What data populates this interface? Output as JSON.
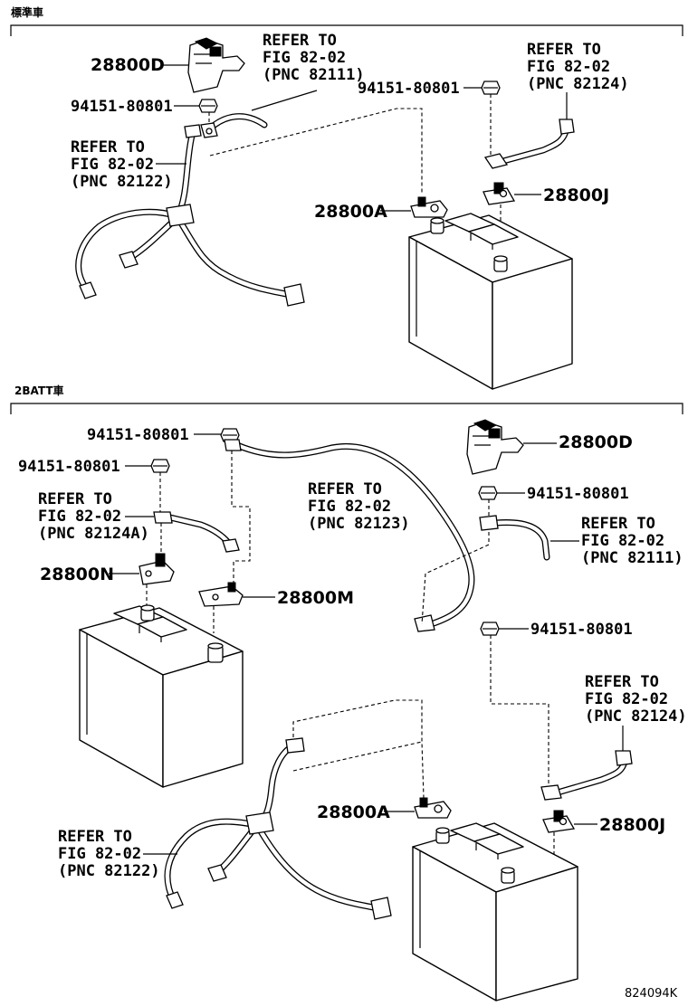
{
  "sections": [
    {
      "title": "標準車"
    },
    {
      "title": "2BATT車"
    }
  ],
  "top": {
    "p_28800D": "28800D",
    "p_94151_a": "94151-80801",
    "p_94151_b": "94151-80801",
    "p_28800A": "28800A",
    "p_28800J": "28800J",
    "ref_82111": [
      "REFER TO",
      "FIG 82-02",
      "(PNC 82111)"
    ],
    "ref_82124": [
      "REFER TO",
      "FIG 82-02",
      "(PNC 82124)"
    ],
    "ref_82122": [
      "REFER TO",
      "FIG 82-02",
      "(PNC 82122)"
    ]
  },
  "bottom": {
    "p_94151_a": "94151-80801",
    "p_94151_b": "94151-80801",
    "p_94151_c": "94151-80801",
    "p_94151_d": "94151-80801",
    "p_28800D": "28800D",
    "p_28800N": "28800N",
    "p_28800M": "28800M",
    "p_28800A": "28800A",
    "p_28800J": "28800J",
    "ref_82124A": [
      "REFER TO",
      "FIG 82-02",
      "(PNC 82124A)"
    ],
    "ref_82123": [
      "REFER TO",
      "FIG 82-02",
      "(PNC 82123)"
    ],
    "ref_82111": [
      "REFER TO",
      "FIG 82-02",
      "(PNC 82111)"
    ],
    "ref_82124": [
      "REFER TO",
      "FIG 82-02",
      "(PNC 82124)"
    ],
    "ref_82122": [
      "REFER TO",
      "FIG 82-02",
      "(PNC 82122)"
    ]
  },
  "figure_code": "824094K"
}
